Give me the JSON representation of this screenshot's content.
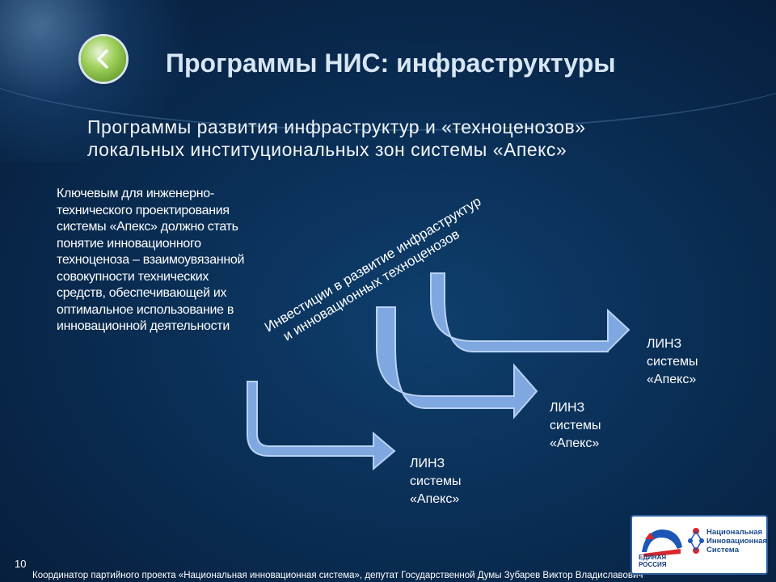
{
  "slide": {
    "title": "Программы НИС: инфраструктуры",
    "subtitle_line1": "Программы развития инфраструктур и «техноценозов»",
    "subtitle_line2": "локальных институциональных зон системы «Апекс»",
    "description": "Ключевым для инженерно-технического проектирования системы «Апекс» должно стать понятие инновационного техноценоза – взаимоувязанной совокупности технических средств, обеспечивающей их оптимальное использование в инновационной деятельности",
    "diagonal_line1": "Инвестиции в развитие инфраструктур",
    "diagonal_line2": "и инновационных техноценозов",
    "linz": [
      {
        "line1": "ЛИНЗ",
        "line2": "системы",
        "line3": "«Апекс»"
      },
      {
        "line1": "ЛИНЗ",
        "line2": "системы",
        "line3": "«Апекс»"
      },
      {
        "line1": "ЛИНЗ",
        "line2": "системы",
        "line3": "«Апекс»"
      }
    ],
    "page_number": "10",
    "footer": "Координатор партийного проекта «Национальная инновационная система», депутат Государственной Думы Зубарев Виктор Владиславович",
    "logo_er": "ЕДИНАЯ РОССИЯ",
    "logo_nis": "Национальная Инновационная Система"
  },
  "colors": {
    "arrow_fill": "#7fa7e0",
    "arrow_stroke": "#b9d2f4",
    "background": "#0a2e55"
  }
}
